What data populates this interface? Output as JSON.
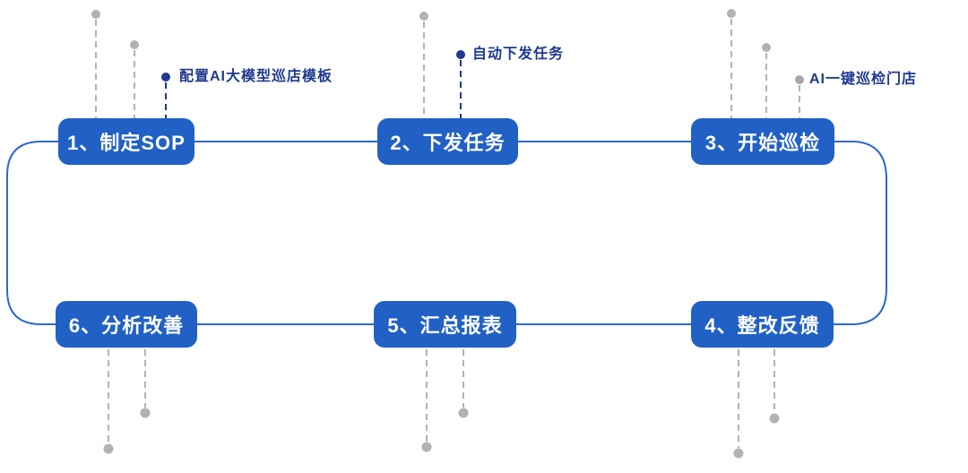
{
  "theme": {
    "box_fill": "#2161c5",
    "box_text": "#ffffff",
    "connector_blue": "#2b68d3",
    "annotation_blue": "#1e3a8f",
    "gray": "#b2b2b2",
    "background": "#ffffff"
  },
  "steps": [
    {
      "label": "1、制定SOP"
    },
    {
      "label": "2、下发任务"
    },
    {
      "label": "3、开始巡检"
    },
    {
      "label": "4、整改反馈"
    },
    {
      "label": "5、汇总报表"
    },
    {
      "label": "6、分析改善"
    }
  ],
  "annotations": [
    {
      "text": "配置AI大模型巡店模板"
    },
    {
      "text": "自动下发任务"
    },
    {
      "text": "AI一键巡检门店"
    }
  ]
}
